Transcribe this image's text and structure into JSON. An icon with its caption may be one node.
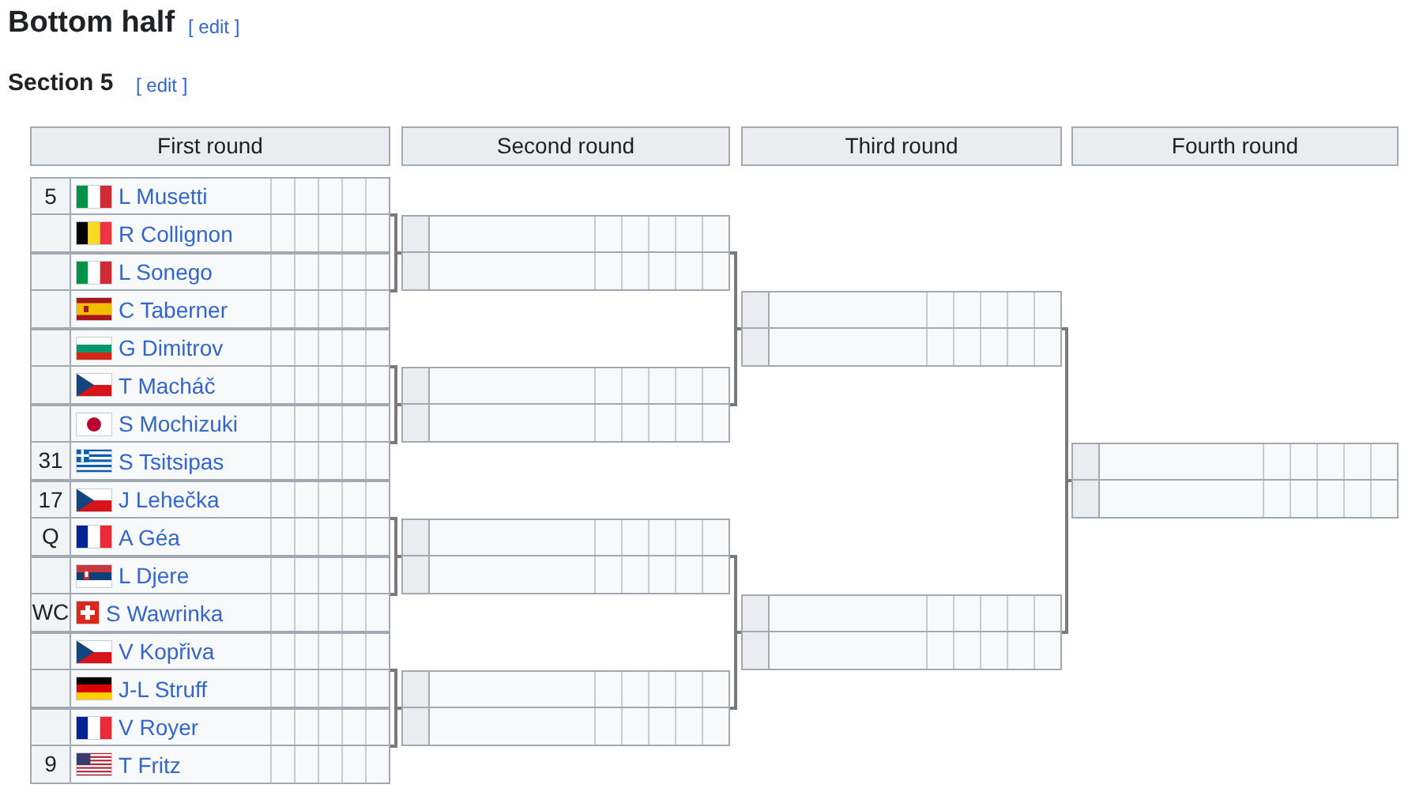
{
  "diagram": {
    "title": "Bottom half",
    "nodes": [
      {
        "text": [
          "First round"
        ]
      },
      {
        "text": [
          "Second round"
        ]
      },
      {
        "text": [
          "Third round"
        ]
      },
      {
        "text": [
          "Fourth round"
        ]
      },
      {
        "text": [],
        "shape": "box"
      },
      {
        "text": [
          "5",
          "L Musetti"
        ],
        "in": 4
      },
      {
        "text": [
          "R Collignon"
        ],
        "in": 4
      },
      {
        "text": [],
        "shape": "box"
      },
      {
        "text": [
          "L Sonego"
        ],
        "in": 7
      },
      {
        "text": [
          "C Taberner"
        ],
        "in": 7
      },
      {
        "text": [],
        "shape": "box"
      },
      {
        "text": [
          "G Dimitrov"
        ],
        "in": 10
      },
      {
        "text": [
          "T Macháč"
        ],
        "in": 10
      },
      {
        "text": [],
        "shape": "box"
      },
      {
        "text": [
          "S Mochizuki"
        ],
        "in": 13
      },
      {
        "text": [
          "31",
          "S Tsitsipas"
        ],
        "in": 13
      },
      {
        "text": [],
        "shape": "box"
      },
      {
        "text": [
          "17",
          "J Lehečka"
        ],
        "in": 16
      },
      {
        "text": [
          "Q",
          "A Géa"
        ],
        "in": 16
      },
      {
        "text": [],
        "shape": "box"
      },
      {
        "text": [
          "L Djere"
        ],
        "in": 19
      },
      {
        "text": [
          "WC",
          "S Wawrinka"
        ],
        "in": 19
      },
      {
        "text": [],
        "shape": "box"
      },
      {
        "text": [
          "V Kopřiva"
        ],
        "in": 22
      },
      {
        "text": [
          "J-L Struff"
        ],
        "in": 22
      },
      {
        "text": [],
        "shape": "box"
      },
      {
        "text": [
          "V Royer"
        ],
        "in": 25
      },
      {
        "text": [
          "9",
          "T Fritz"
        ],
        "in": 25
      },
      {
        "text": [],
        "shape": "box"
      },
      {
        "text": [],
        "shape": "box",
        "in": 28
      },
      {
        "text": [],
        "shape": "box",
        "in": 28
      },
      {
        "text": [],
        "shape": "box"
      },
      {
        "text": [],
        "shape": "box",
        "in": 31
      },
      {
        "text": [],
        "shape": "box",
        "in": 31
      },
      {
        "text": [],
        "shape": "box"
      },
      {
        "text": [],
        "shape": "box",
        "in": 34
      },
      {
        "text": [],
        "shape": "box",
        "in": 34
      },
      {
        "text": [],
        "shape": "box"
      },
      {
        "text": [],
        "shape": "box",
        "in": 37
      },
      {
        "text": [],
        "shape": "box",
        "in": 37
      },
      {
        "text": [],
        "shape": "box"
      },
      {
        "text": [],
        "shape": "box",
        "in": 40
      },
      {
        "text": [],
        "shape": "box",
        "in": 40
      },
      {
        "text": [],
        "shape": "box"
      },
      {
        "text": [],
        "shape": "box",
        "in": 43
      },
      {
        "text": [],
        "shape": "box",
        "in": 43
      },
      {
        "text": [],
        "shape": "box"
      },
      {
        "text": [],
        "shape": "box",
        "in": 46
      },
      {
        "text": [],
        "shape": "box",
        "in": 46
      }
    ],
    "edges": [
      {
        "from": 4,
        "to": 28,
        "arrow": "none"
      },
      {
        "from": 7,
        "to": 28,
        "arrow": "none"
      },
      {
        "from": 10,
        "to": 31,
        "arrow": "none"
      },
      {
        "from": 13,
        "to": 31,
        "arrow": "none"
      },
      {
        "from": 16,
        "to": 34,
        "arrow": "none"
      },
      {
        "from": 19,
        "to": 34,
        "arrow": "none"
      },
      {
        "from": 22,
        "to": 37,
        "arrow": "none"
      },
      {
        "from": 25,
        "to": 37,
        "arrow": "none"
      },
      {
        "from": 28,
        "to": 40,
        "arrow": "none"
      },
      {
        "from": 31,
        "to": 40,
        "arrow": "none"
      },
      {
        "from": 34,
        "to": 43,
        "arrow": "none"
      },
      {
        "from": 37,
        "to": 43,
        "arrow": "none"
      },
      {
        "from": 40,
        "to": 46,
        "arrow": "none"
      },
      {
        "from": 43,
        "to": 46,
        "arrow": "none"
      }
    ],
    "labels": [
      "[ edit ]",
      "Section 5",
      "[ edit ]"
    ]
  }
}
